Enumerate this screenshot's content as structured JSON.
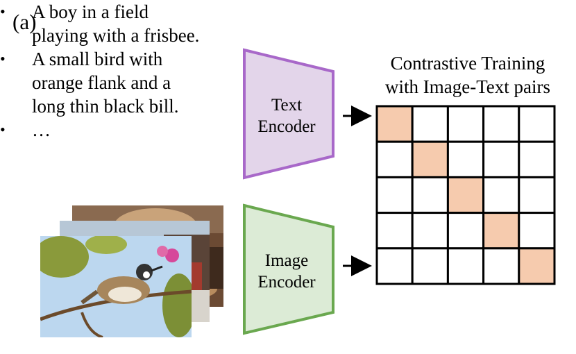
{
  "panel_label": "(a)",
  "captions": [
    "A boy in a field playing with a frisbee.",
    "A small bird with orange flank and a long thin black bill.",
    "…"
  ],
  "caption_lines": [
    [
      "A boy in a field",
      "playing with a frisbee."
    ],
    [
      "A small bird with",
      "orange flank and a",
      "long thin black bill."
    ],
    [
      "…"
    ]
  ],
  "text_encoder": {
    "line1": "Text",
    "line2": "Encoder",
    "fill": "#e3d5ea",
    "stroke": "#a868c9"
  },
  "image_encoder": {
    "line1": "Image",
    "line2": "Encoder",
    "fill": "#dcebd6",
    "stroke": "#6aa84f"
  },
  "matrix": {
    "title_line1": "Contrastive Training",
    "title_line2": "with Image-Text pairs",
    "size": 5,
    "highlight_color": "#f6cbae",
    "highlighted_cells": [
      [
        0,
        0
      ],
      [
        1,
        1
      ],
      [
        2,
        2
      ],
      [
        3,
        3
      ],
      [
        4,
        4
      ]
    ]
  },
  "images": [
    {
      "name": "dog-photo",
      "desc_icon": "dog-photo"
    },
    {
      "name": "street-photo",
      "desc_icon": "street-photo"
    },
    {
      "name": "bird-photo",
      "desc_icon": "bird-photo"
    }
  ]
}
